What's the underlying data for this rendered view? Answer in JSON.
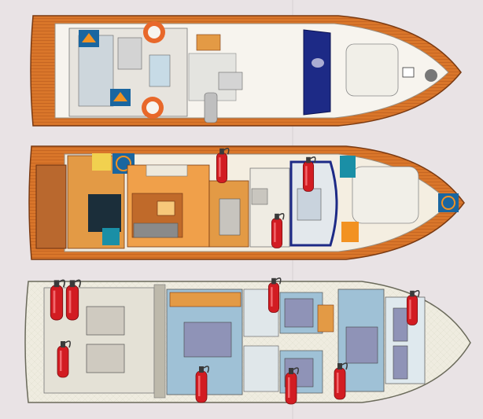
{
  "diagram": {
    "kind": "yacht deck plan",
    "decks": [
      "flybridge",
      "main-deck",
      "lower-deck"
    ],
    "colors": {
      "paper": "#e9e3e5",
      "teak": "#d9762a",
      "teak_dark": "#a9501a",
      "hull_white": "#f7f4ee",
      "cabin_blue": "#9fc1d6",
      "bed_grey": "#8f93b7",
      "extinguisher_red": "#d21c22",
      "window_navy": "#1d2a86",
      "lower_deck_bg": "#efece0"
    },
    "icons": [
      "life-ring-icon",
      "fire-extinguisher-icon",
      "fan-icon",
      "liferaft-icon"
    ]
  }
}
